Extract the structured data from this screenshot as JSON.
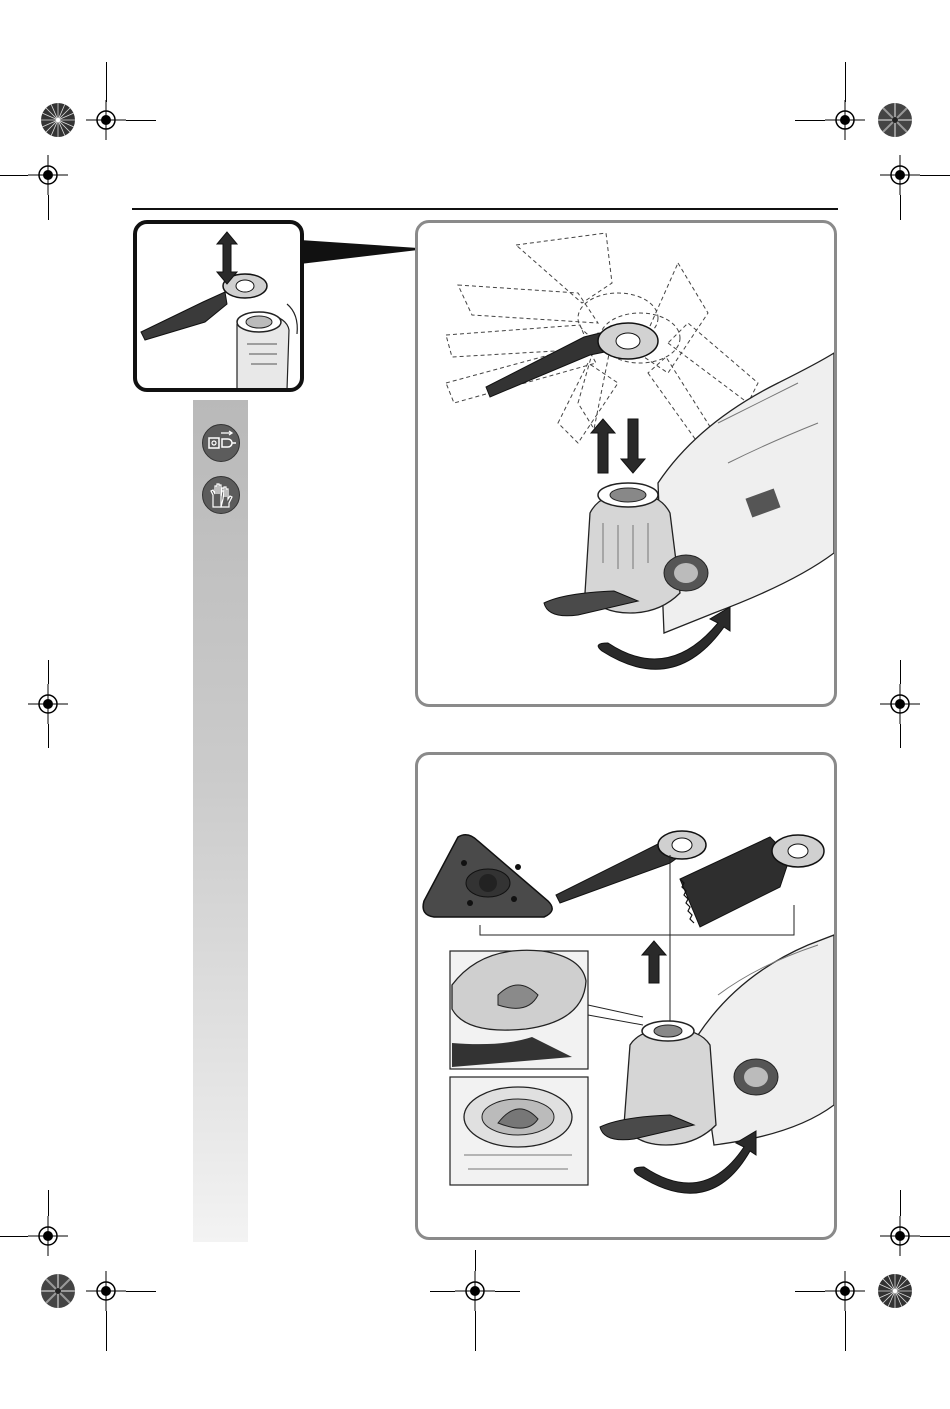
{
  "page": {
    "background": "#ffffff",
    "frame_color": "#8a8a8a",
    "thumbnail_border_color": "#111111",
    "sidebar_colors": [
      "#b9b9b9",
      "#f3f3f3"
    ]
  },
  "icons": {
    "registration_mark": "crosshair-registration-icon",
    "color_rosette": "print-rosette-icon",
    "unplug": "unplug-power-icon",
    "gloves": "protective-gloves-icon",
    "arrow_up": "arrow-up-icon",
    "arrow_down": "arrow-down-icon",
    "rotate": "rotate-arrow-icon"
  },
  "figures": {
    "thumbnail": "blade-mounting-thumbnail",
    "upper": "blade-position-adjustment-illustration",
    "lower": "accessory-removal-illustration"
  }
}
